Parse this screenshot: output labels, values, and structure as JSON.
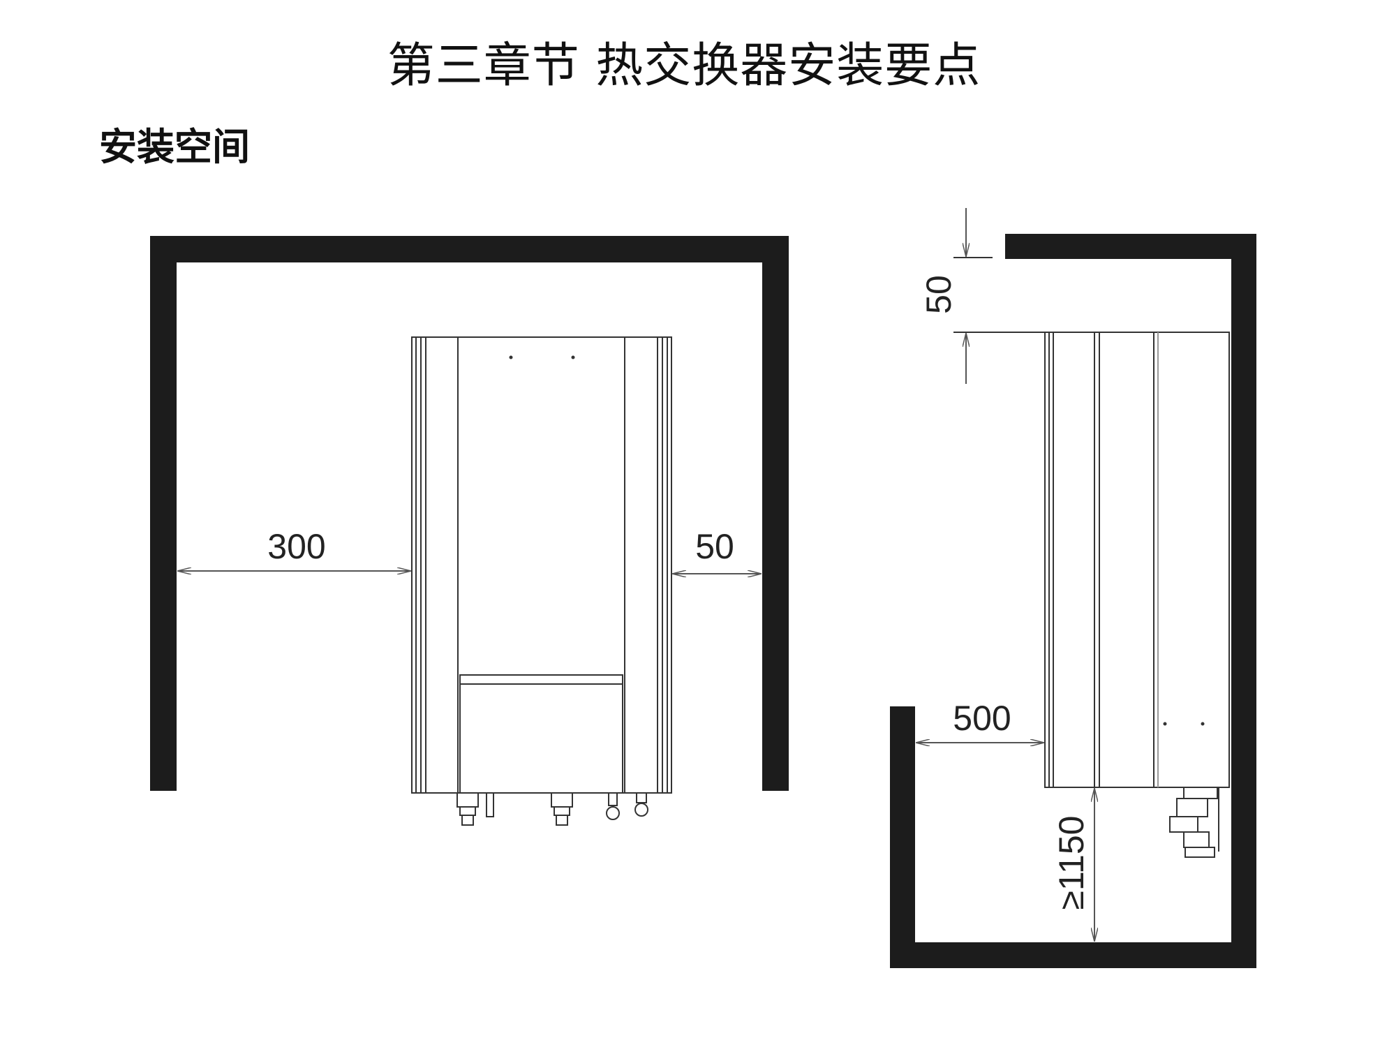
{
  "title": "第三章节  热交换器安装要点",
  "subtitle": "安装空间",
  "front_view": {
    "left_clearance": "300",
    "right_clearance": "50"
  },
  "side_view": {
    "top_clearance": "50",
    "front_clearance": "500",
    "bottom_clearance": "≥1150"
  },
  "colors": {
    "wall": "#1c1c1c",
    "line": "#333333",
    "arrow": "#555555"
  }
}
